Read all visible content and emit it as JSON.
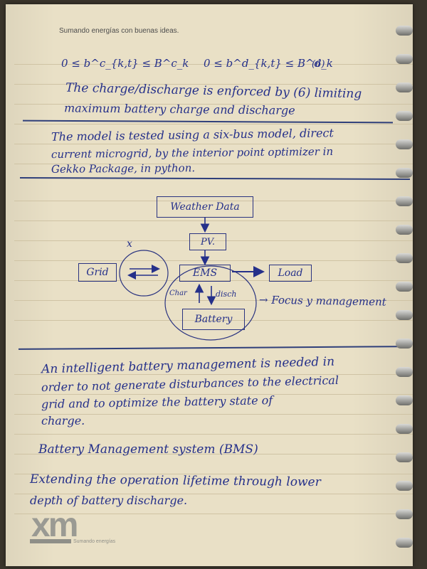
{
  "header": {
    "tagline": "Sumando energías con buenas ideas."
  },
  "equation": {
    "left": "0 ≤ b^c_{k,t} ≤ B^c_k",
    "right": "0 ≤ b^d_{k,t} ≤ B^d_k",
    "number": "(6)"
  },
  "paragraph1": {
    "line1": "The charge/discharge is enforced by (6) limiting",
    "line2": "maximum battery charge and discharge"
  },
  "paragraph2": {
    "line1": "The model is tested using a six-bus model, direct",
    "line2": "current microgrid, by the interior point optimizer in",
    "line3": "Gekko Package, in python."
  },
  "diagram": {
    "weather": "Weather Data",
    "pv": "PV.",
    "ems": "EMS",
    "load": "Load",
    "grid": "Grid",
    "battery": "Battery",
    "charge": "Char",
    "discharge": "disch",
    "cross_mark": "x",
    "focus": "→ Focus y management"
  },
  "paragraph3": {
    "line1": "An intelligent battery management is needed in",
    "line2": "order to not generate disturbances to the electrical",
    "line3": "grid and to optimize the battery state of",
    "line4": "charge."
  },
  "bms": "Battery Management system (BMS)",
  "paragraph4": {
    "line1": "Extending the operation lifetime through lower",
    "line2": "depth of battery discharge."
  },
  "logo": {
    "mark": "xm",
    "sub": "Sumando energías"
  },
  "colors": {
    "ink": "#25308a",
    "paper": "#e9e0c6",
    "rule": "#cfc3a4"
  }
}
